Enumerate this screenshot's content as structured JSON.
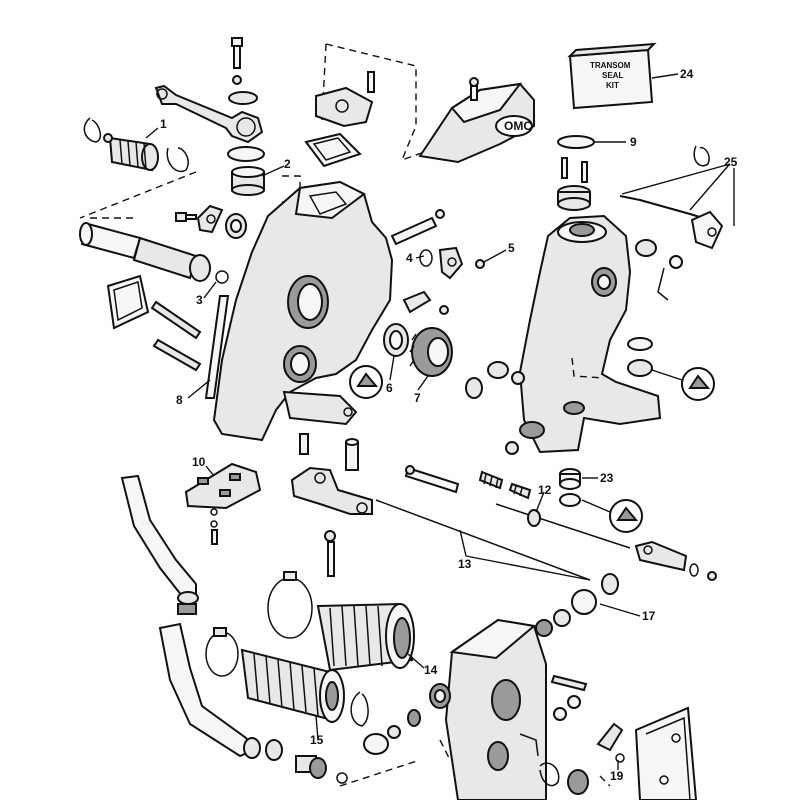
{
  "kit_box": {
    "line1": "TRANSOM",
    "line2": "SEAL",
    "line3": "KIT"
  },
  "brand_mark": "OMC",
  "callouts": [
    {
      "id": "1",
      "label": "1"
    },
    {
      "id": "2",
      "label": "2"
    },
    {
      "id": "3",
      "label": "3"
    },
    {
      "id": "4",
      "label": "4"
    },
    {
      "id": "5",
      "label": "5"
    },
    {
      "id": "6",
      "label": "6"
    },
    {
      "id": "7",
      "label": "7"
    },
    {
      "id": "8",
      "label": "8"
    },
    {
      "id": "9",
      "label": "9"
    },
    {
      "id": "10",
      "label": "10"
    },
    {
      "id": "12",
      "label": "12"
    },
    {
      "id": "13",
      "label": "13"
    },
    {
      "id": "14",
      "label": "14"
    },
    {
      "id": "15",
      "label": "15"
    },
    {
      "id": "17",
      "label": "17"
    },
    {
      "id": "19",
      "label": "19"
    },
    {
      "id": "23",
      "label": "23"
    },
    {
      "id": "24",
      "label": "24"
    },
    {
      "id": "25",
      "label": "25"
    }
  ]
}
